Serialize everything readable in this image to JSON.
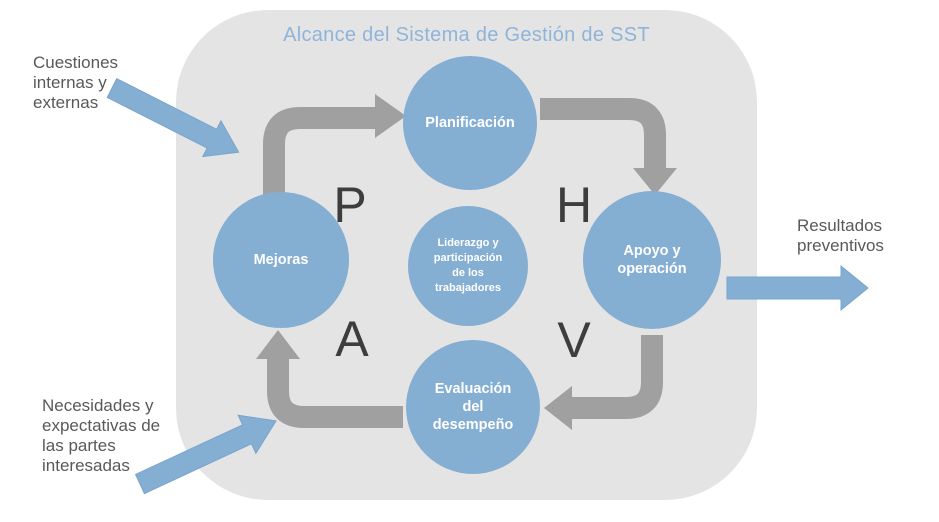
{
  "diagram": {
    "title": "Alcance del Sistema de Gestión de SST",
    "cycle": {
      "plan": {
        "label": "Planificación",
        "letter": "P"
      },
      "do": {
        "label": "Apoyo y\noperación",
        "letter": "H"
      },
      "check": {
        "label": "Evaluación\ndel\ndesempeño",
        "letter": "V"
      },
      "act": {
        "label": "Mejoras",
        "letter": "A"
      },
      "center": {
        "label": "Liderazgo y\nparticipación\nde los\ntrabajadores"
      }
    },
    "external": {
      "top_left_input": "Cuestiones\ninternas y\nexternas",
      "bottom_left_input": "Necesidades y\nexpectativas de\nlas partes\ninteresadas",
      "right_output": "Resultados\npreventivos"
    },
    "colors": {
      "scope_background": "#e4e4e4",
      "circle_blue": "#85aed3",
      "circle_text": "#ffffff",
      "cycle_arrow_gray": "#a0a0a0",
      "blue_arrow": "#85aed3",
      "title_text": "#8fb4da",
      "label_text": "#595959",
      "phva_letter": "#3d3d3d"
    }
  }
}
